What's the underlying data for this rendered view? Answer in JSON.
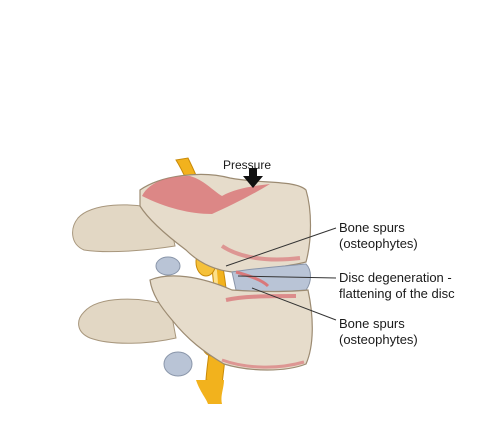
{
  "diagram": {
    "labels": {
      "pressure": "Pressure",
      "bone_spurs_top_line1": "Bone spurs",
      "bone_spurs_top_line2": "(osteophytes)",
      "disc_line1": "Disc degeneration -",
      "disc_line2": "flattening of the disc",
      "bone_spurs_bottom_line1": "Bone spurs",
      "bone_spurs_bottom_line2": "(osteophytes)"
    },
    "colors": {
      "bone": "#e6dccb",
      "bone_shadow": "#bfae96",
      "inflamed": "#d9787a",
      "nerve": "#f2b21d",
      "nerve_highlight": "#fde08a",
      "disc": "#b9c4d6",
      "arrow": "#111111",
      "leader_line": "#333333"
    }
  }
}
